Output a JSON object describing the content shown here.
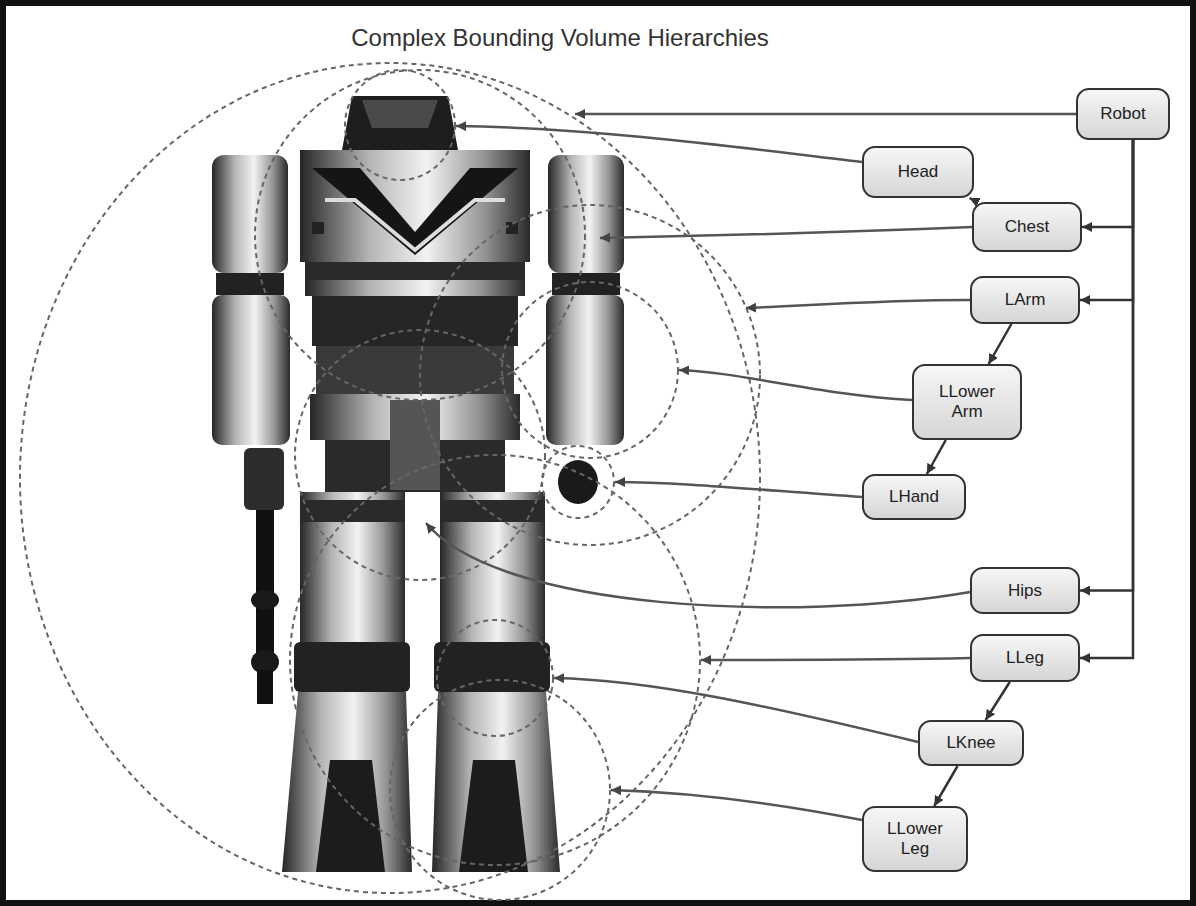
{
  "diagram": {
    "title": "Complex Bounding Volume Hierarchies",
    "nodes": [
      {
        "text": [
          "Robot"
        ]
      },
      {
        "text": [
          "Head"
        ]
      },
      {
        "text": [
          "Chest"
        ]
      },
      {
        "text": [
          "LArm"
        ]
      },
      {
        "text": [
          "LLower Arm"
        ]
      },
      {
        "text": [
          "LHand"
        ]
      },
      {
        "text": [
          "Hips"
        ]
      },
      {
        "text": [
          "LLeg"
        ]
      },
      {
        "text": [
          "LKnee"
        ]
      },
      {
        "text": [
          "LLower Leg"
        ]
      }
    ],
    "edges": [
      {
        "from": 0,
        "to": 2,
        "arrow": "to"
      },
      {
        "from": 0,
        "to": 3,
        "arrow": "to"
      },
      {
        "from": 0,
        "to": 6,
        "arrow": "to"
      },
      {
        "from": 0,
        "to": 7,
        "arrow": "to"
      },
      {
        "from": 2,
        "to": 1,
        "arrow": "to"
      },
      {
        "from": 3,
        "to": 4,
        "arrow": "to"
      },
      {
        "from": 4,
        "to": 5,
        "arrow": "to"
      },
      {
        "from": 7,
        "to": 8,
        "arrow": "to"
      },
      {
        "from": 8,
        "to": 9,
        "arrow": "to"
      }
    ]
  }
}
